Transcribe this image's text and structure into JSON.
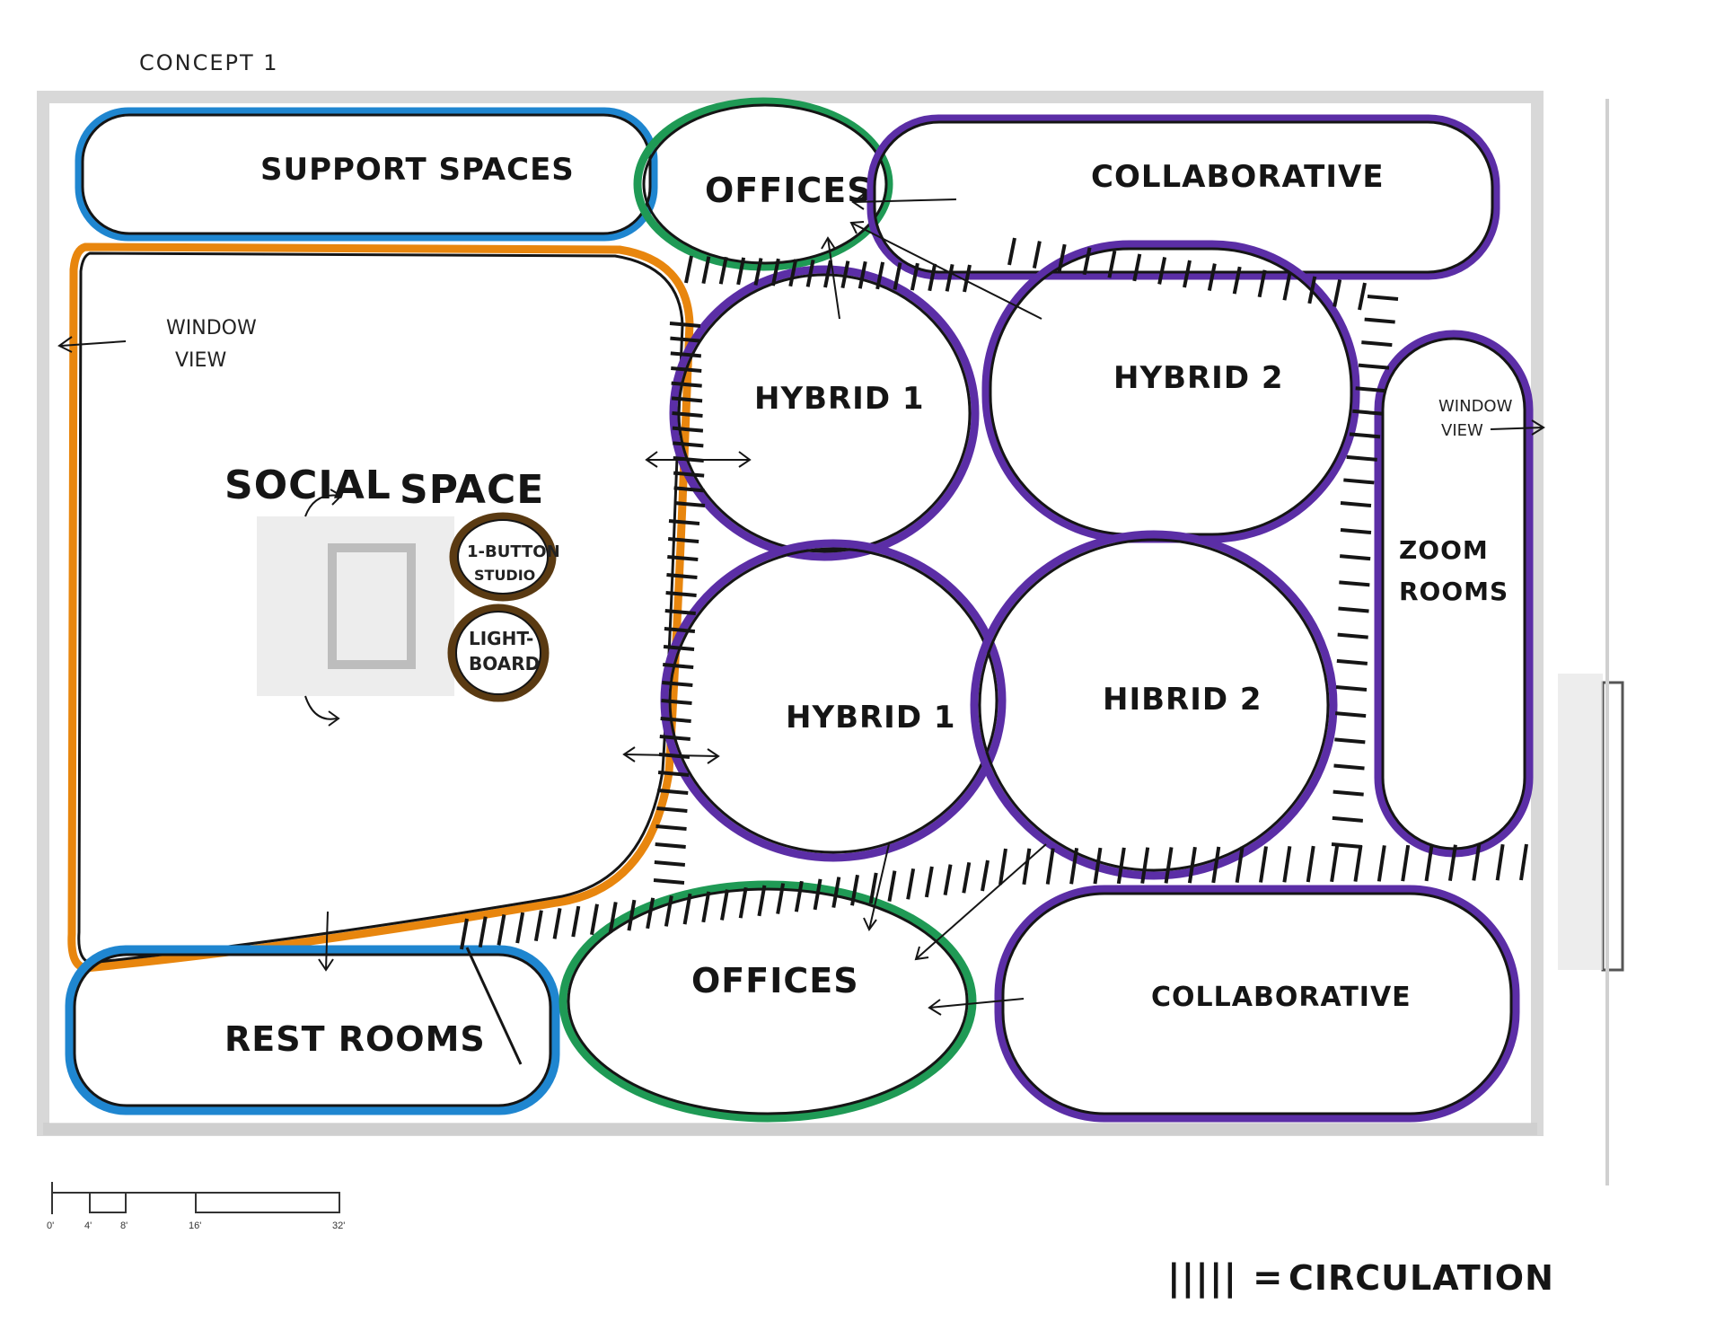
{
  "concept_title": "CONCEPT 1",
  "zones": {
    "support_spaces": "SUPPORT SPACES",
    "offices_top": "OFFICES",
    "collaborative_top": "COLLABORATIVE",
    "social_space_1": "SOCIAL",
    "social_space_2": "SPACE",
    "window_view_left_1": "WINDOW",
    "window_view_left_2": "VIEW",
    "button_studio_1": "1-BUTTON",
    "button_studio_2": "STUDIO",
    "lightboard_1": "LIGHT-",
    "lightboard_2": "BOARD",
    "hybrid1_top": "HYBRID 1",
    "hybrid2_top": "HYBRID 2",
    "hybrid1_bottom": "HYBRID 1",
    "hybrid2_bottom": "HIBRID 2",
    "window_view_right_1": "WINDOW",
    "window_view_right_2": "VIEW",
    "zoom_rooms_1": "ZOOM",
    "zoom_rooms_2": "ROOMS",
    "rest_rooms": "REST ROOMS",
    "offices_bottom": "OFFICES",
    "collaborative_bottom": "COLLABORATIVE"
  },
  "scale_bar": {
    "labels": [
      "0'",
      "4'",
      "8'",
      "16'",
      "32'"
    ]
  },
  "legend": {
    "symbol": "|||||",
    "equals": "=",
    "label": "CIRCULATION"
  },
  "colors": {
    "support": "#1f86d0",
    "social": "#e8860e",
    "offices": "#1f9a55",
    "purple": "#5b2ea6",
    "studio": "#5a3a12",
    "ink": "#151515"
  }
}
